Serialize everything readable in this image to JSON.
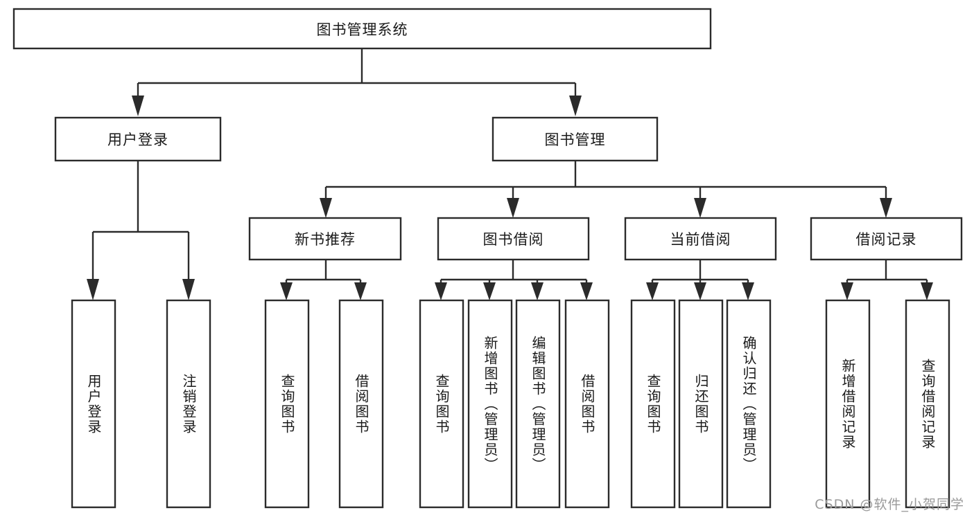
{
  "diagram": {
    "type": "tree",
    "title": "图书管理系统",
    "watermark": "CSDN @软件_小贺同学",
    "colors": {
      "stroke": "#2b2b2b",
      "fill": "#ffffff",
      "text": "#1a1a1a",
      "watermark": "#9a9a9a"
    },
    "root": {
      "label": "图书管理系统"
    },
    "level2": [
      {
        "label": "用户登录"
      },
      {
        "label": "图书管理"
      }
    ],
    "level3": [
      {
        "label": "新书推荐"
      },
      {
        "label": "图书借阅"
      },
      {
        "label": "当前借阅"
      },
      {
        "label": "借阅记录"
      }
    ],
    "leaves": {
      "user_login": [
        {
          "label": "用户登录"
        },
        {
          "label": "注销登录"
        }
      ],
      "new_book": [
        {
          "label": "查询图书"
        },
        {
          "label": "借阅图书"
        }
      ],
      "borrow_book": [
        {
          "label": "查询图书"
        },
        {
          "label": "新增图书（管理员）"
        },
        {
          "label": "编辑图书（管理员）"
        },
        {
          "label": "借阅图书"
        }
      ],
      "current_borrow": [
        {
          "label": "查询图书"
        },
        {
          "label": "归还图书"
        },
        {
          "label": "确认归还（管理员）"
        }
      ],
      "borrow_record": [
        {
          "label": "新增借阅记录"
        },
        {
          "label": "查询借阅记录"
        }
      ]
    }
  }
}
